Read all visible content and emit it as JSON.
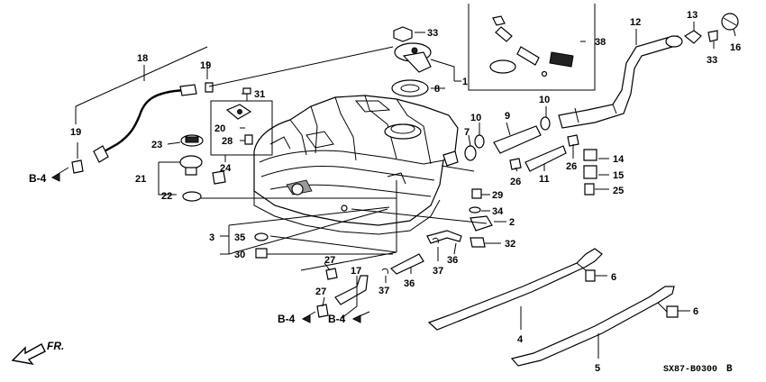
{
  "diagram": {
    "part_numbers": {
      "p1": "1",
      "p2": "2",
      "p3": "3",
      "p4": "4",
      "p5": "5",
      "p6a": "6",
      "p6b": "6",
      "p7": "7",
      "p8": "8",
      "p9": "9",
      "p10a": "10",
      "p10b": "10",
      "p11": "11",
      "p12": "12",
      "p13": "13",
      "p14": "14",
      "p15": "15",
      "p16": "16",
      "p17": "17",
      "p18": "18",
      "p19a": "19",
      "p19b": "19",
      "p20": "20",
      "p21": "21",
      "p22": "22",
      "p23": "23",
      "p24": "24",
      "p25": "25",
      "p26a": "26",
      "p26b": "26",
      "p27a": "27",
      "p27b": "27",
      "p28": "28",
      "p29": "29",
      "p30": "30",
      "p31": "31",
      "p32": "32",
      "p33a": "33",
      "p33b": "33",
      "p34": "34",
      "p35": "35",
      "p36a": "36",
      "p36b": "36",
      "p37a": "37",
      "p37b": "37",
      "p38": "38"
    },
    "refs": {
      "b4_left": "B-4",
      "b4_mid1": "B-4",
      "b4_mid2": "B-4"
    },
    "direction_label": "FR.",
    "diagram_code": "SX87-B0300",
    "code_suffix": "B"
  }
}
